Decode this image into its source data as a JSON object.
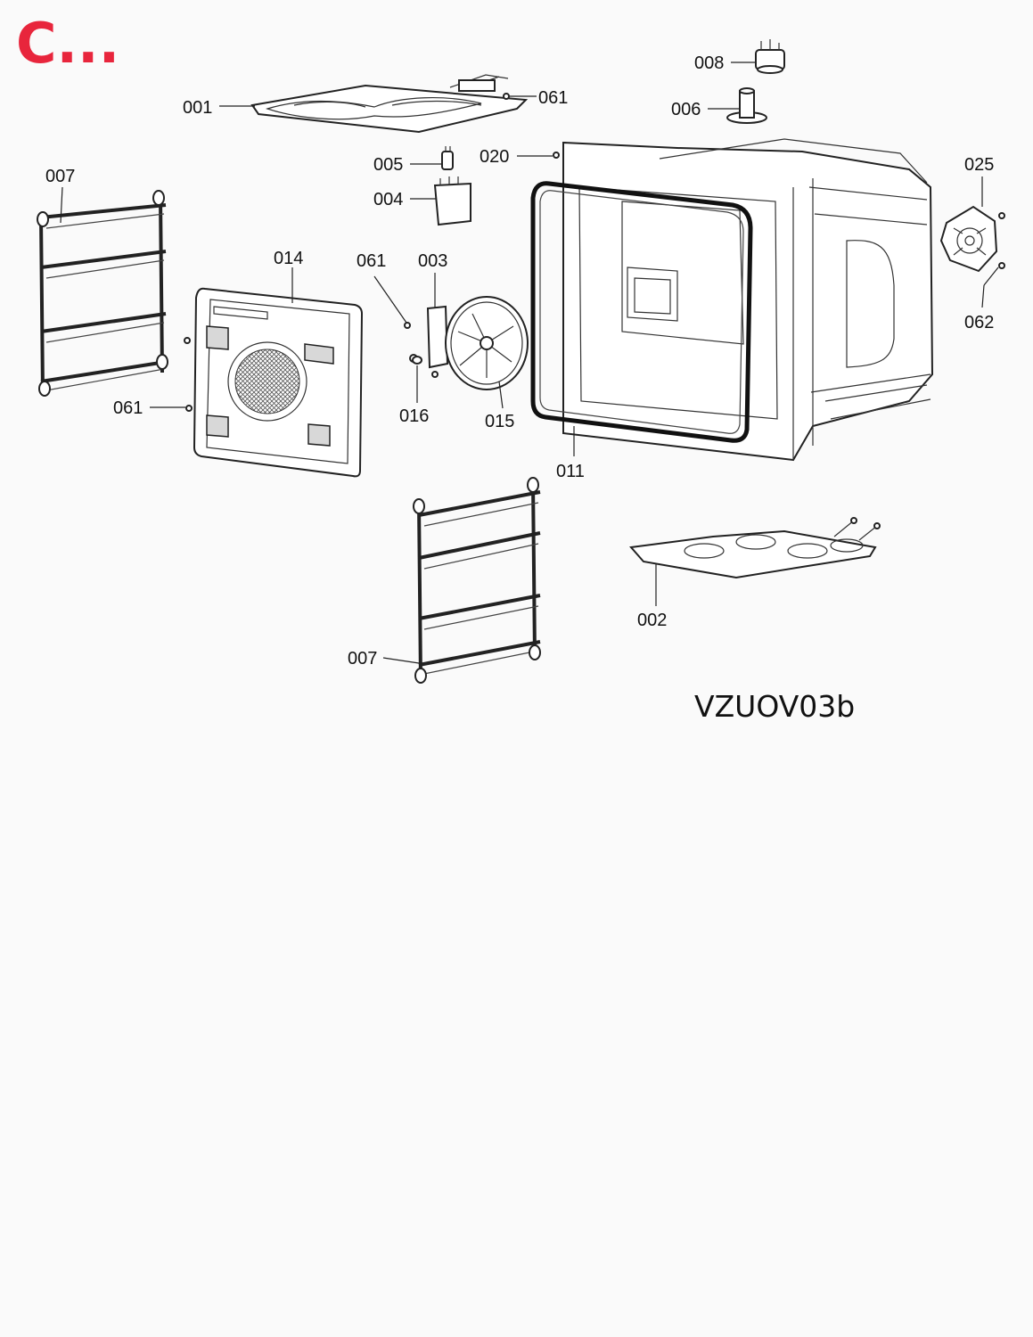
{
  "brand": {
    "text": "C...",
    "color": "#e8253c"
  },
  "diagram_code": "VZUOV03b",
  "callouts": [
    {
      "id": "c001",
      "text": "001"
    },
    {
      "id": "c061a",
      "text": "061"
    },
    {
      "id": "c008",
      "text": "008"
    },
    {
      "id": "c006",
      "text": "006"
    },
    {
      "id": "c005",
      "text": "005"
    },
    {
      "id": "c020",
      "text": "020"
    },
    {
      "id": "c025",
      "text": "025"
    },
    {
      "id": "c007a",
      "text": "007"
    },
    {
      "id": "c004",
      "text": "004"
    },
    {
      "id": "c014",
      "text": "014"
    },
    {
      "id": "c061b",
      "text": "061"
    },
    {
      "id": "c003",
      "text": "003"
    },
    {
      "id": "c062",
      "text": "062"
    },
    {
      "id": "c061c",
      "text": "061"
    },
    {
      "id": "c016",
      "text": "016"
    },
    {
      "id": "c015",
      "text": "015"
    },
    {
      "id": "c011",
      "text": "011"
    },
    {
      "id": "c002",
      "text": "002"
    },
    {
      "id": "c007b",
      "text": "007"
    }
  ]
}
